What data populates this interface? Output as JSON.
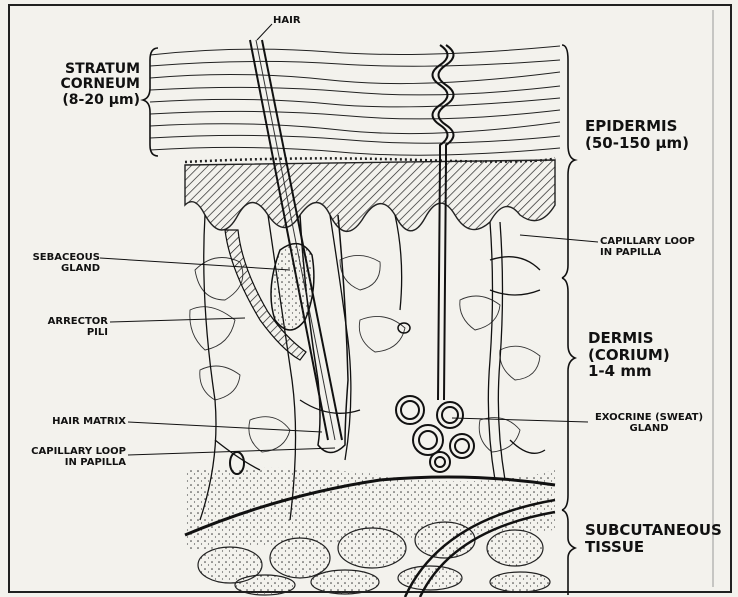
{
  "labels": {
    "hair": "HAIR",
    "stratum_corneum": [
      "STRATUM",
      "CORNEUM",
      "(8-20 μm)"
    ],
    "epidermis": [
      "EPIDERMIS",
      "(50-150 μm)"
    ],
    "sebaceous_gland": [
      "SEBACEOUS",
      "GLAND"
    ],
    "capillary_loop_right": [
      "CAPILLARY LOOP",
      "IN PAPILLA"
    ],
    "arrector_pili": [
      "ARRECTOR",
      "PILI"
    ],
    "dermis": [
      "DERMIS",
      "(CORIUM)",
      "1-4 mm"
    ],
    "hair_matrix": "HAIR MATRIX",
    "exocrine_gland": [
      "EXOCRINE (SWEAT)",
      "GLAND"
    ],
    "capillary_loop_left": [
      "CAPILLARY LOOP",
      "IN PAPILLA"
    ],
    "subcutaneous": [
      "SUBCUTANEOUS",
      "TISSUE"
    ]
  },
  "colors": {
    "ink": "#111111",
    "paper": "#f3f2ed"
  }
}
